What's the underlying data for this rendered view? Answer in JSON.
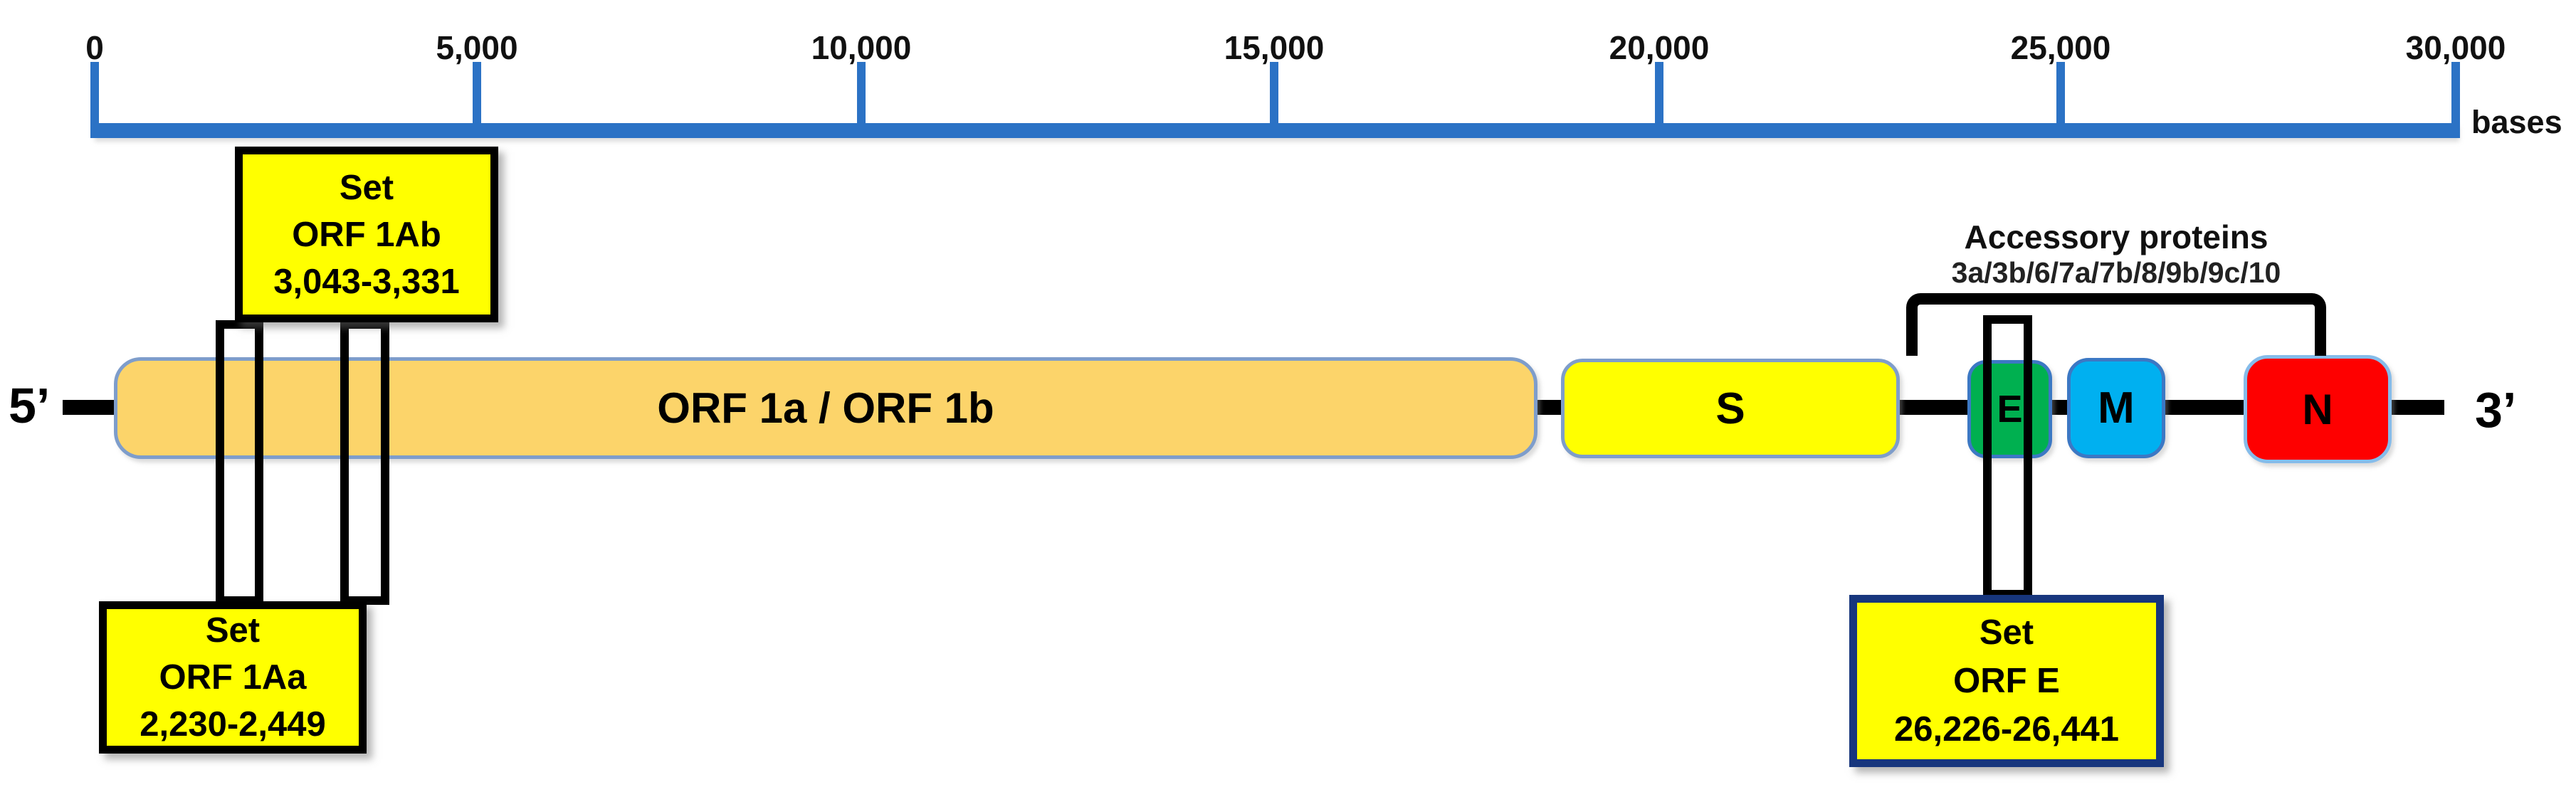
{
  "ruler": {
    "unit_label": "bases",
    "ticks": [
      {
        "label": "0"
      },
      {
        "label": "5,000"
      },
      {
        "label": "10,000"
      },
      {
        "label": "15,000"
      },
      {
        "label": "20,000"
      },
      {
        "label": "25,000"
      },
      {
        "label": "30,000"
      }
    ]
  },
  "genome": {
    "five_prime_label": "5’",
    "three_prime_label": "3’",
    "segments": [
      {
        "name": "orf1",
        "label": "ORF 1a / ORF 1b",
        "fill": "#FCD46A",
        "border": "#7E9DCB"
      },
      {
        "name": "spike",
        "label": "S",
        "fill": "#FFFF00",
        "border": "#7E9DCB"
      },
      {
        "name": "envelope",
        "label": "E",
        "fill": "#00B050",
        "border": "#3C78C4"
      },
      {
        "name": "membrane",
        "label": "M",
        "fill": "#00B0F0",
        "border": "#3C78C4"
      },
      {
        "name": "nucleocapsid",
        "label": "N",
        "fill": "#FE0000",
        "border": "#85BCEA"
      }
    ]
  },
  "accessory": {
    "title": "Accessory proteins",
    "proteins": "3a/3b/6/7a/7b/8/9b/9c/10"
  },
  "callouts": {
    "orf1ab": {
      "line1": "Set",
      "line2": "ORF 1Ab",
      "line3": "3,043-3,331"
    },
    "orf1aa": {
      "line1": "Set",
      "line2": "ORF 1Aa",
      "line3": "2,230-2,449"
    },
    "orfe": {
      "line1": "Set",
      "line2": "ORF E",
      "line3": "26,226-26,441"
    }
  },
  "colors": {
    "ruler_blue": "#2B72C5",
    "backbone_black": "#000000",
    "callout_yellow": "#FFFF00",
    "callout_border_black": "#000000",
    "orfe_border_navy": "#17367D"
  }
}
